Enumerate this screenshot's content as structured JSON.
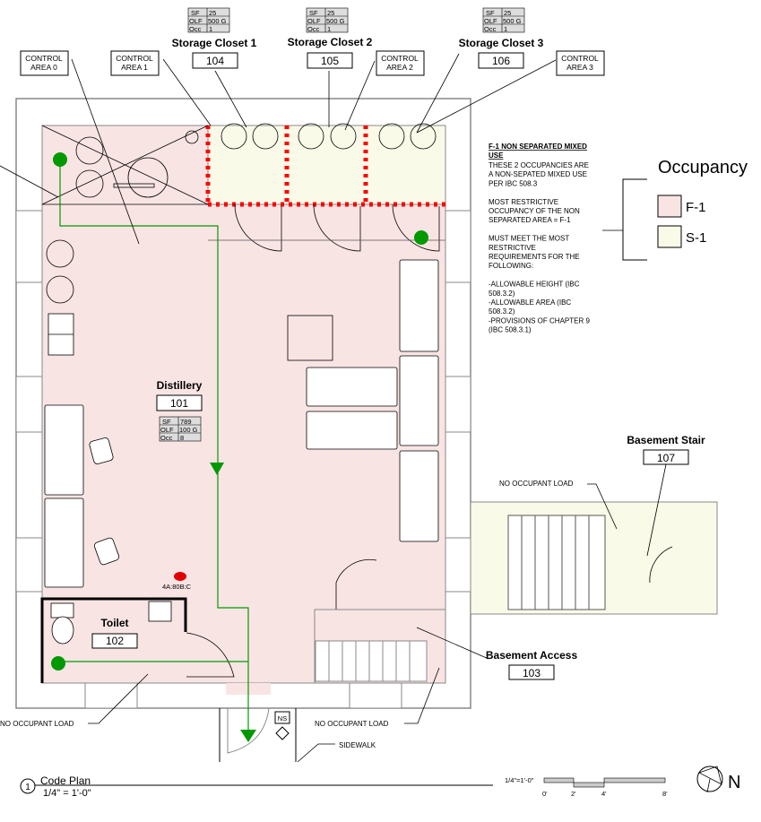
{
  "rooms": [
    {
      "name": "Storage Closet 1",
      "number": "104",
      "sf": "25",
      "olf": "500 G",
      "occ": "1"
    },
    {
      "name": "Storage Closet 2",
      "number": "105",
      "sf": "25",
      "olf": "500 G",
      "occ": "1"
    },
    {
      "name": "Storage Closet 3",
      "number": "106",
      "sf": "25",
      "olf": "500 G",
      "occ": "1"
    },
    {
      "name": "Distillery",
      "number": "101",
      "sf": "789",
      "olf": "100 G",
      "occ": "8"
    },
    {
      "name": "Toilet",
      "number": "102"
    },
    {
      "name": "Basement Access",
      "number": "103"
    },
    {
      "name": "Basement Stair",
      "number": "107"
    }
  ],
  "table_keys": {
    "sf": "SF",
    "olf": "OLF",
    "occ": "Occ"
  },
  "control_areas": [
    {
      "line1": "CONTROL",
      "line2": "AREA 0"
    },
    {
      "line1": "CONTROL",
      "line2": "AREA 1"
    },
    {
      "line1": "CONTROL",
      "line2": "AREA 2"
    },
    {
      "line1": "CONTROL",
      "line2": "AREA 3"
    }
  ],
  "notes": {
    "title_line1": "F-1 NON SEPARATED MIXED",
    "title_line2": "USE",
    "lines": [
      "THESE 2 OCCUPANCIES ARE",
      "A NON-SEPATED MIXED USE",
      "PER IBC 508.3",
      "",
      "MOST RESTRICTIVE",
      "OCCUPANCY OF THE NON",
      "SEPARATED AREA = F-1",
      "",
      "MUST MEET THE MOST",
      "RESTRICTIVE",
      "REQUIREMENTS FOR THE",
      "FOLLOWING:",
      "",
      "-ALLOWABLE HEIGHT (IBC",
      "508.3.2)",
      "-ALLOWABLE AREA  (IBC",
      "508.3.2)",
      "-PROVISIONS OF CHAPTER 9",
      "(IBC 508.3.1)"
    ]
  },
  "legend": {
    "title": "Occupancy",
    "items": [
      {
        "label": "F-1",
        "color": "#f9e4e4"
      },
      {
        "label": "S-1",
        "color": "#fafae8"
      }
    ]
  },
  "annotations": {
    "no_occupant_load": "NO OCCUPANT LOAD",
    "sidewalk": "SIDEWALK",
    "extinguisher": "4A:80B:C",
    "ns": "NS"
  },
  "title_block": {
    "number": "1",
    "title": "Code Plan",
    "scale": "1/4\" = 1'-0\""
  },
  "scale_bar": {
    "label": "1/4\"=1'-0\"",
    "ticks": [
      "0'",
      "2'",
      "4'",
      "8'"
    ]
  },
  "north": "N",
  "colors": {
    "f1": "#f9e4e4",
    "s1": "#fafae8",
    "egress": "#009900",
    "rated_wall": "#ff0000"
  }
}
